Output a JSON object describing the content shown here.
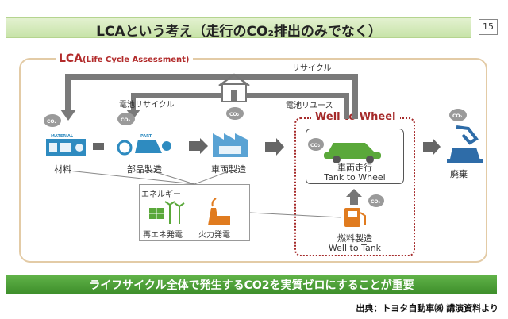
{
  "title": "LCAという考え（走行のCO₂排出のみでなく）",
  "page_number": "15",
  "lca": {
    "main": "LCA",
    "sub": "(Life Cycle Assessment)"
  },
  "loops": {
    "recycle": "リサイクル",
    "battery_recycle": "電池リサイクル",
    "battery_reuse": "電池リユース"
  },
  "stages": {
    "material": "材料",
    "parts": "部品製造",
    "vehicle": "車両製造",
    "disposal": "廃棄"
  },
  "icon_labels": {
    "co2": "CO₂",
    "material": "MATERIAL",
    "part": "PART"
  },
  "well_to_wheel": {
    "title": "Well to Wheel",
    "driving": "車両走行",
    "tank_to_wheel": "Tank to Wheel",
    "fuel": "燃料製造",
    "well_to_tank": "Well to Tank"
  },
  "energy": {
    "title": "エネルギー",
    "renewable": "再エネ発電",
    "thermal": "火力発電"
  },
  "bottom_message": "ライフサイクル全体で発生するCO2を実質ゼロにすることが重要",
  "source": "出典：トヨタ自動車㈱ 講演資料より",
  "colors": {
    "title_bg": "#c7e3a8",
    "bottom_bg": "#4ea43a",
    "lca_frame": "#e3cba6",
    "lca_text": "#b22b2b",
    "wtw": "#a52a2a",
    "arrow": "#7a7a7a",
    "icon_blue": "#2e8bc0",
    "icon_green": "#5aa83a",
    "icon_orange": "#e07b1f"
  }
}
